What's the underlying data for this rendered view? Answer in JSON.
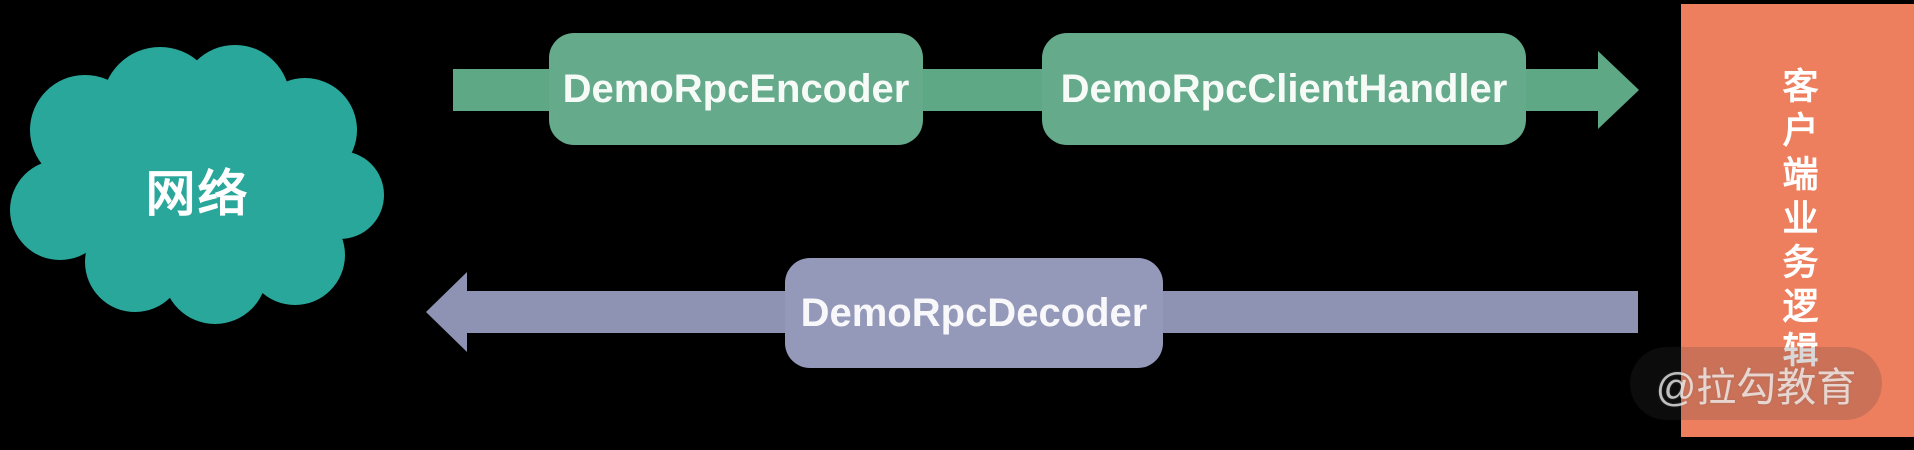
{
  "cloud": {
    "label": "网络",
    "fill": "#2AA79B",
    "text_color": "#FFFFFF"
  },
  "request_pipeline": {
    "direction": "left-to-right",
    "arrow_color": "#5FA886",
    "node_color": "#64AA8B",
    "nodes": [
      {
        "label": "DemoRpcEncoder"
      },
      {
        "label": "DemoRpcClientHandler"
      }
    ]
  },
  "response_pipeline": {
    "direction": "right-to-left",
    "arrow_color": "#8E93B4",
    "node_color": "#9499B9",
    "nodes": [
      {
        "label": "DemoRpcDecoder"
      }
    ]
  },
  "client_panel": {
    "label": "客户端业务逻辑",
    "fill": "#EE7F5E",
    "text_color": "#FFFFFF"
  },
  "watermark": {
    "label": "@拉勾教育"
  }
}
